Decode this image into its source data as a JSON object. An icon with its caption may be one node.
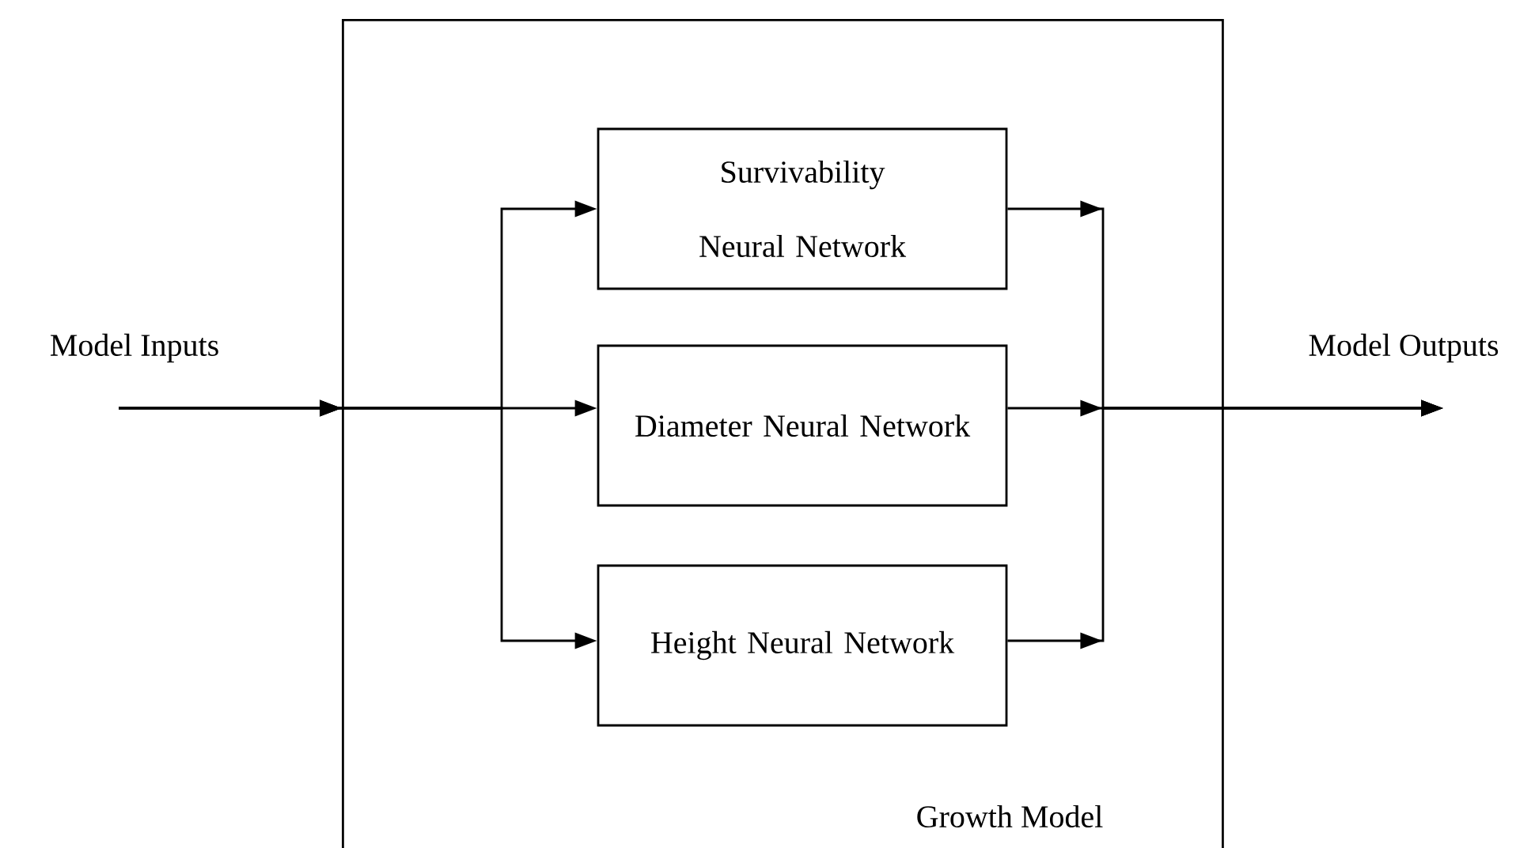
{
  "diagram": {
    "nodes": [
      {
        "text": [
          "Growth Model"
        ]
      },
      {
        "text": [
          "Survivability Neural Network"
        ],
        "in": 0
      },
      {
        "text": [
          "Diameter Neural Network"
        ],
        "in": 0
      },
      {
        "text": [
          "Height Neural Network"
        ],
        "in": 0
      },
      {
        "text": [
          "Model Inputs"
        ]
      },
      {
        "text": [
          "Model Outputs"
        ]
      }
    ],
    "edges": [
      {
        "from": 4,
        "to": 1,
        "arrow": "to"
      },
      {
        "from": 4,
        "to": 2,
        "arrow": "to"
      },
      {
        "from": 4,
        "to": 3,
        "arrow": "to"
      },
      {
        "from": 1,
        "to": 5,
        "arrow": "to"
      },
      {
        "from": 2,
        "to": 5,
        "arrow": "to"
      },
      {
        "from": 3,
        "to": 5,
        "arrow": "to"
      }
    ]
  }
}
